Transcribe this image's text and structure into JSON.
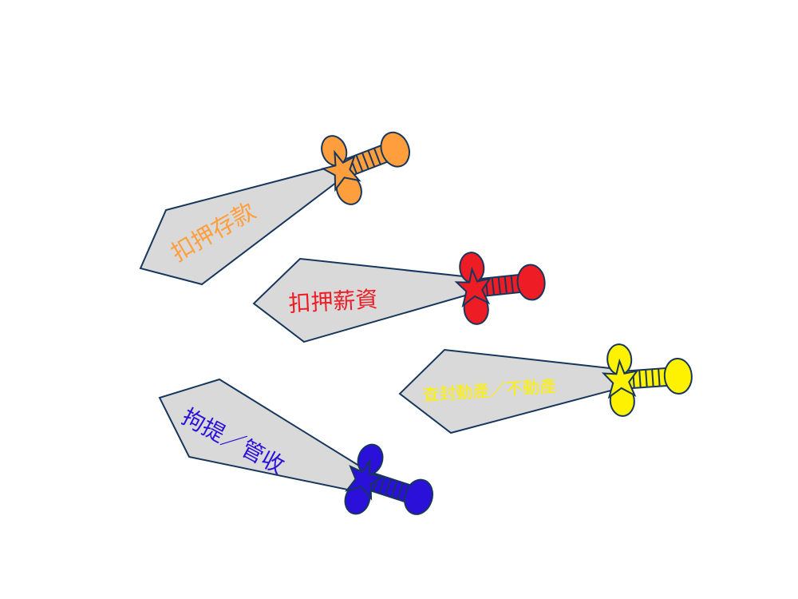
{
  "swords": [
    {
      "id": "deposit",
      "label": "扣押存款",
      "color": "#FF9E3D"
    },
    {
      "id": "salary",
      "label": "扣押薪資",
      "color": "#EE1C25"
    },
    {
      "id": "property",
      "label": "查封動產／不動產",
      "color": "#FFF200"
    },
    {
      "id": "detain",
      "label": "拘提／管收",
      "color": "#2A10D8"
    }
  ],
  "colors": {
    "blade_fill": "#D9D9D9",
    "outline": "#17365D",
    "background": "#FFFFFF"
  }
}
